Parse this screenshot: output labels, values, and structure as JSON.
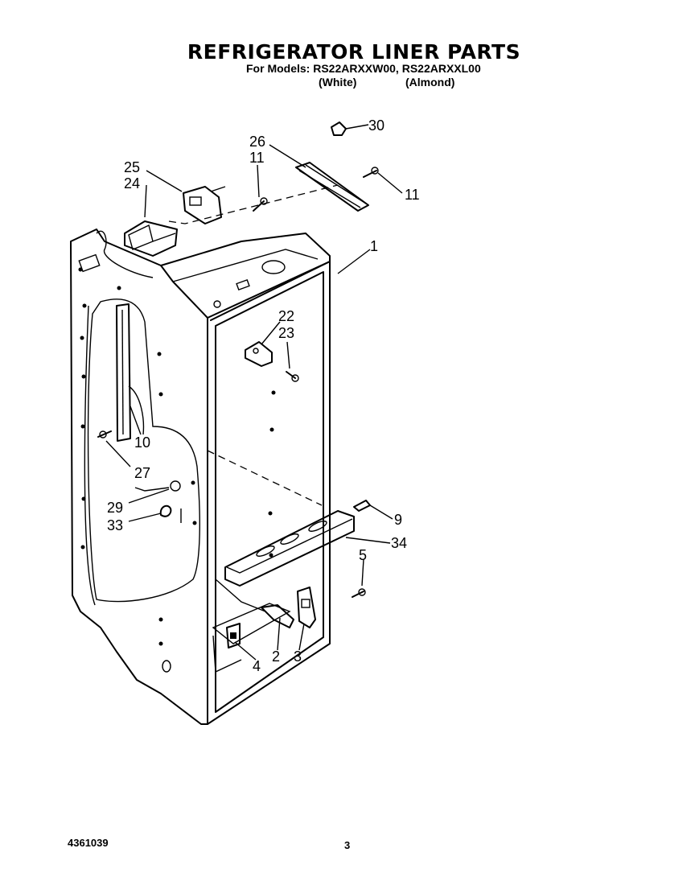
{
  "header": {
    "title": "REFRIGERATOR LINER PARTS",
    "models": "For Models: RS22ARXXW00, RS22ARXXL00",
    "variant_white": "(White)",
    "variant_almond": "(Almond)"
  },
  "callouts": [
    {
      "id": "30",
      "label": "30"
    },
    {
      "id": "26",
      "label": "26"
    },
    {
      "id": "11a",
      "label": "11"
    },
    {
      "id": "11b",
      "label": "11"
    },
    {
      "id": "25",
      "label": "25"
    },
    {
      "id": "24",
      "label": "24"
    },
    {
      "id": "1",
      "label": "1"
    },
    {
      "id": "22",
      "label": "22"
    },
    {
      "id": "23",
      "label": "23"
    },
    {
      "id": "10",
      "label": "10"
    },
    {
      "id": "27",
      "label": "27"
    },
    {
      "id": "29",
      "label": "29"
    },
    {
      "id": "33",
      "label": "33"
    },
    {
      "id": "9",
      "label": "9"
    },
    {
      "id": "34",
      "label": "34"
    },
    {
      "id": "5",
      "label": "5"
    },
    {
      "id": "4",
      "label": "4"
    },
    {
      "id": "2",
      "label": "2"
    },
    {
      "id": "3",
      "label": "3"
    }
  ],
  "footer": {
    "part_number": "4361039",
    "page": "3"
  }
}
